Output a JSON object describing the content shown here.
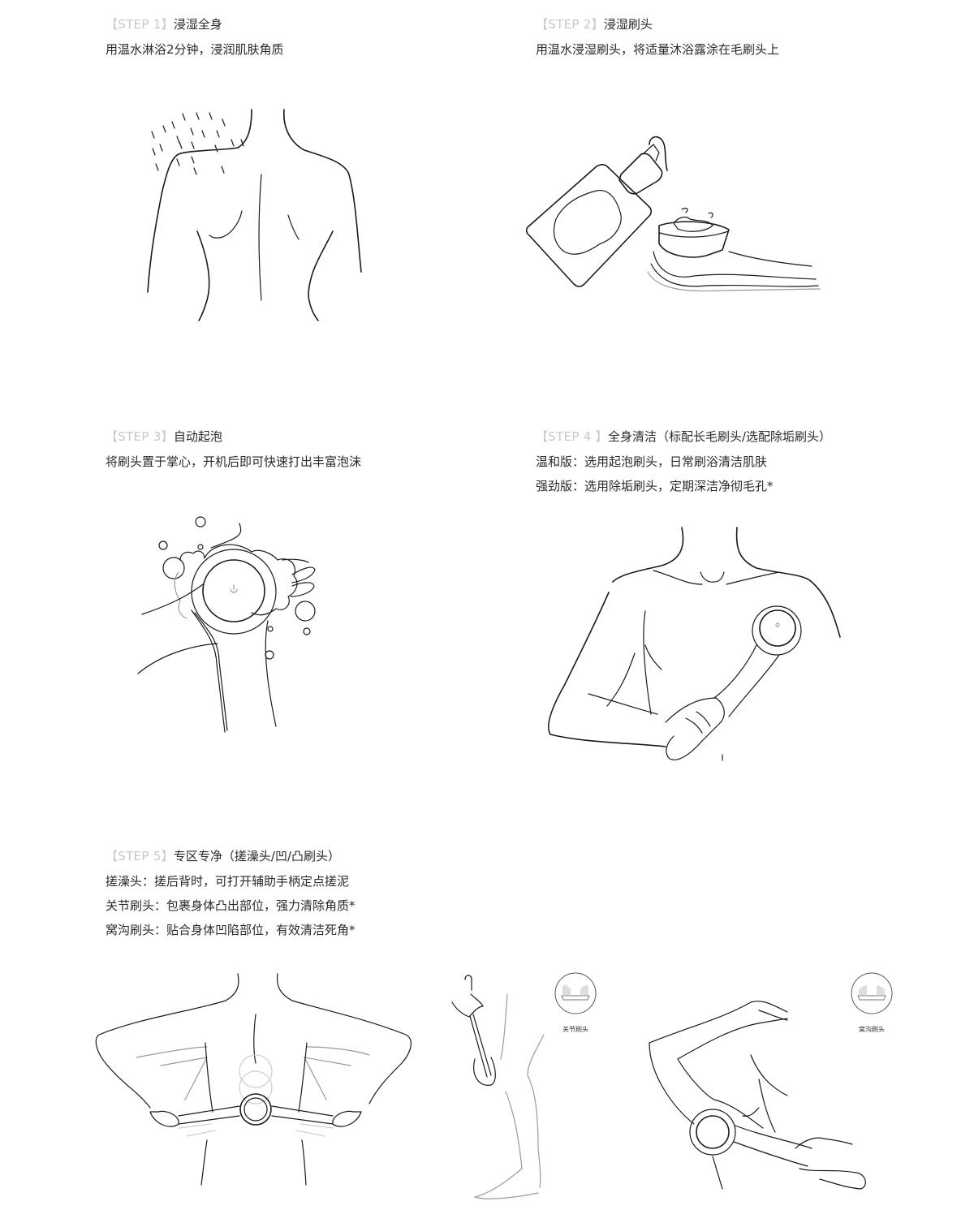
{
  "steps": [
    {
      "tag": "【STEP 1】",
      "title": "浸湿全身",
      "lines": [
        "用温水淋浴2分钟，浸润肌肤角质"
      ],
      "illustration": "shower-back-illustration"
    },
    {
      "tag": "【STEP 2】",
      "title": "浸湿刷头",
      "lines": [
        "用温水浸湿刷头，将适量沐浴露涂在毛刷头上"
      ],
      "illustration": "bottle-and-brush-illustration"
    },
    {
      "tag": "【STEP 3】",
      "title": "自动起泡",
      "lines": [
        "将刷头置于掌心，开机后即可快速打出丰富泡沫"
      ],
      "illustration": "brush-foam-illustration"
    },
    {
      "tag": "【STEP 4 】",
      "title": "全身清洁（标配长毛刷头/选配除垢刷头）",
      "lines": [
        "温和版：选用起泡刷头，日常刷浴清洁肌肤",
        "强劲版：选用除垢刷头，定期深洁净彻毛孔*"
      ],
      "illustration": "chest-brushing-illustration"
    },
    {
      "tag": "【STEP 5】",
      "title": "专区专净（搓澡头/凹/凸刷头）",
      "lines": [
        "搓澡头：搓后背时，可打开辅助手柄定点搓泥",
        "关节刷头：包裹身体凸出部位，强力清除角质*",
        "窝沟刷头：贴合身体凹陷部位，有效清洁死角*"
      ],
      "illustration": "back-leg-armpit-illustration"
    }
  ],
  "badges": [
    {
      "label": "关节刷头",
      "icon": "joint-brush-head-icon"
    },
    {
      "label": "窝沟刷头",
      "icon": "groove-brush-head-icon"
    }
  ],
  "colors": {
    "tag": "#c8c8c8",
    "text": "#2a2a2a",
    "line": "#1a1a1a"
  }
}
